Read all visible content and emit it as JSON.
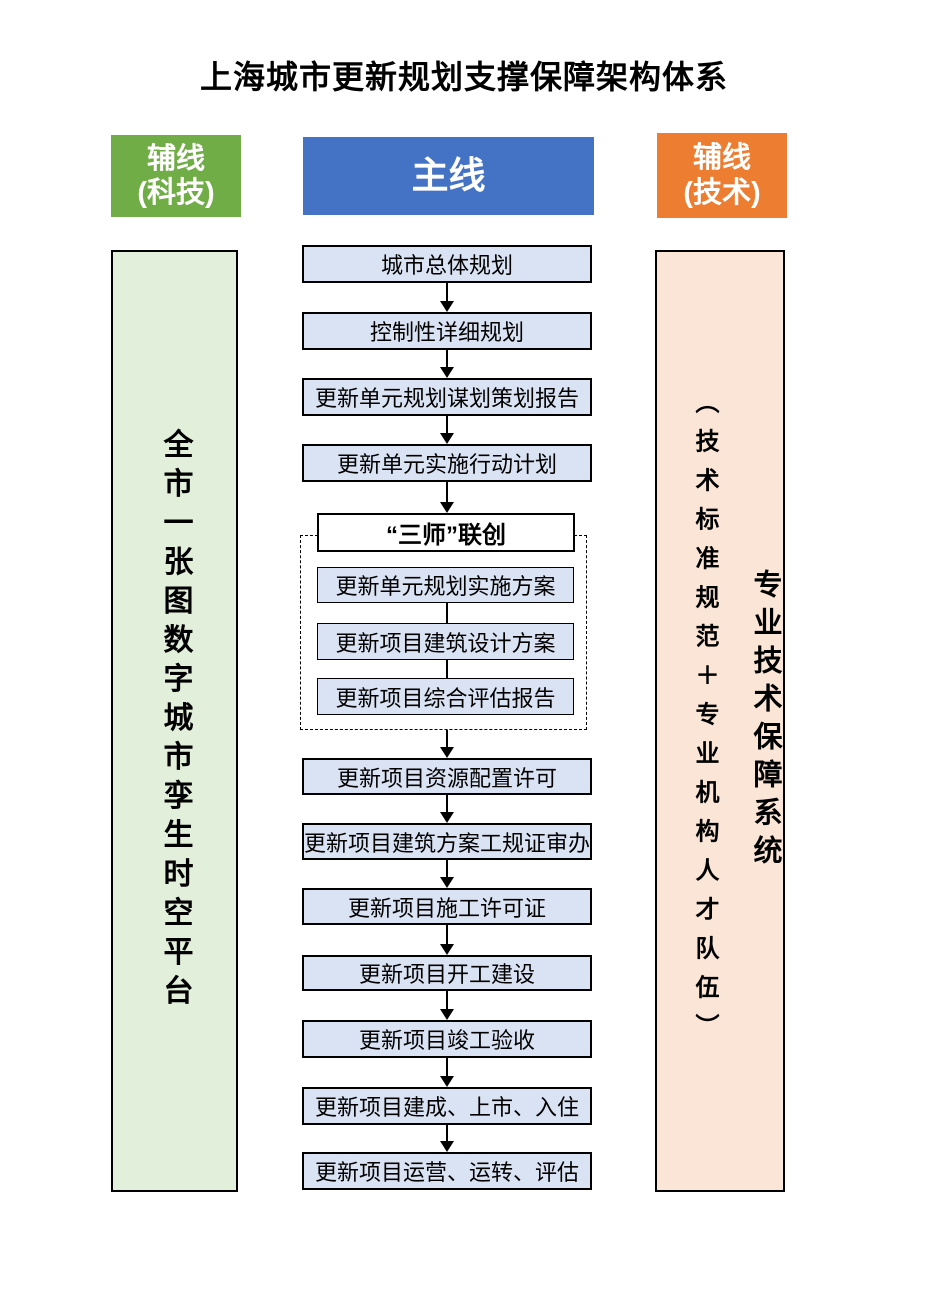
{
  "title": "上海城市更新规划支撑保障架构体系",
  "headers": {
    "left": {
      "line1": "辅线",
      "line2": "(科技)"
    },
    "main": {
      "label": "主线"
    },
    "right": {
      "line1": "辅线",
      "line2": "(技术)"
    }
  },
  "left_panel": {
    "text": "全市一张图数字城市孪生时空平台"
  },
  "right_panel": {
    "main_text": "专业技术保障系统",
    "sub_text": "（技术标准规范＋专业机构人才队伍）"
  },
  "main": {
    "steps_before": [
      "城市总体规划",
      "控制性详细规划",
      "更新单元规划谋划策划报告",
      "更新单元实施行动计划"
    ],
    "group": {
      "title": "“三师”联创",
      "items": [
        "更新单元规划实施方案",
        "更新项目建筑设计方案",
        "更新项目综合评估报告"
      ]
    },
    "steps_after": [
      "更新项目资源配置许可",
      "更新项目建筑方案工规证审办",
      "更新项目施工许可证",
      "更新项目开工建设",
      "更新项目竣工验收",
      "更新项目建成、上市、入住",
      "更新项目运营、运转、评估"
    ]
  },
  "colors": {
    "aux_science_header": "#71AD47",
    "main_header": "#4472C4",
    "aux_tech_header": "#ED7D31",
    "left_panel_fill": "#E2EFDA",
    "right_panel_fill": "#FBE5D6",
    "flow_box_fill": "#DAE3F3"
  }
}
